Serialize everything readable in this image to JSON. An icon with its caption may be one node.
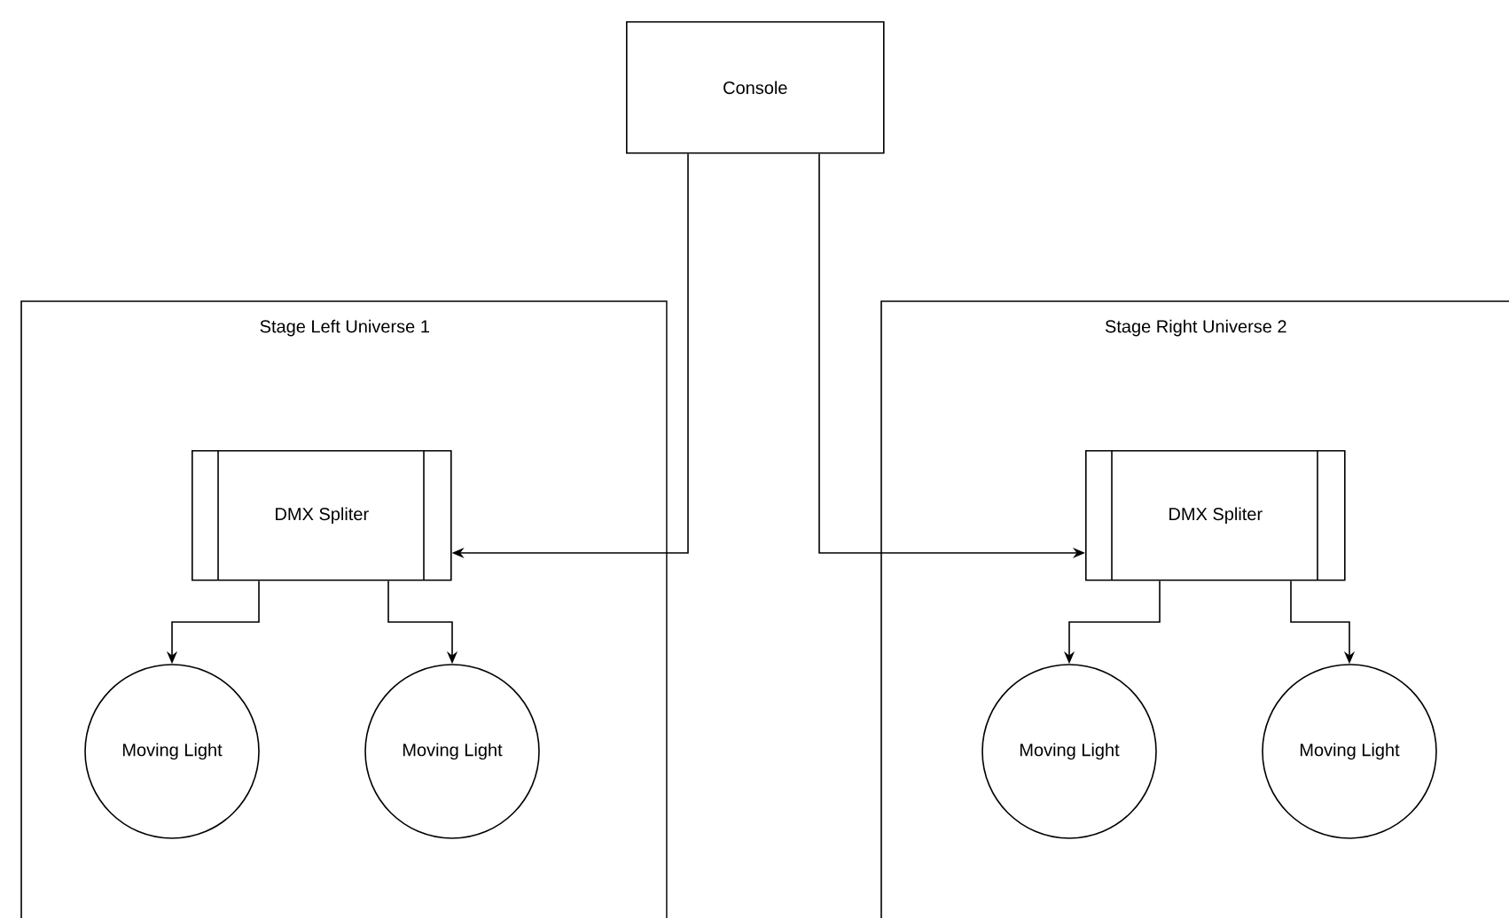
{
  "diagram": {
    "nodes": [
      {
        "text": [
          "Console"
        ]
      },
      {
        "text": [
          "Stage Left Universe 1"
        ]
      },
      {
        "text": [
          "DMX Spliter"
        ],
        "in": 1
      },
      {
        "text": [
          "Moving Light"
        ],
        "in": 1
      },
      {
        "text": [
          "Moving Light"
        ],
        "in": 1
      },
      {
        "text": [
          "Stage Right Universe 2"
        ]
      },
      {
        "text": [
          "DMX Spliter"
        ],
        "in": 5
      },
      {
        "text": [
          "Moving Light"
        ],
        "in": 5
      },
      {
        "text": [
          "Moving Light"
        ],
        "in": 5
      }
    ],
    "edges": [
      {
        "from": 0,
        "to": 2,
        "arrow": "to"
      },
      {
        "from": 0,
        "to": 6,
        "arrow": "to"
      },
      {
        "from": 2,
        "to": 3,
        "arrow": "to"
      },
      {
        "from": 2,
        "to": 4,
        "arrow": "to"
      },
      {
        "from": 6,
        "to": 7,
        "arrow": "to"
      },
      {
        "from": 6,
        "to": 8,
        "arrow": "to"
      }
    ]
  }
}
